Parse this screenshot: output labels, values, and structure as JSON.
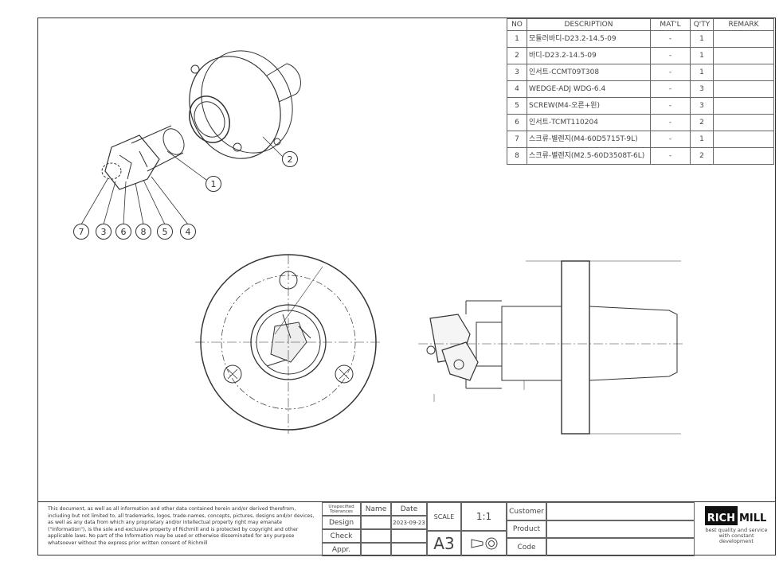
{
  "bom": {
    "headers": [
      "NO",
      "DESCRIPTION",
      "MAT'L",
      "Q'TY",
      "REMARK"
    ],
    "rows": [
      {
        "no": "1",
        "desc": "모듈러바디-D23.2-14.5-09",
        "mat": "-",
        "qty": "1",
        "remark": ""
      },
      {
        "no": "2",
        "desc": "바디-D23.2-14.5-09",
        "mat": "-",
        "qty": "1",
        "remark": ""
      },
      {
        "no": "3",
        "desc": "인서트-CCMT09T308",
        "mat": "-",
        "qty": "1",
        "remark": ""
      },
      {
        "no": "4",
        "desc": "WEDGE-ADJ WDG-6.4",
        "mat": "-",
        "qty": "3",
        "remark": ""
      },
      {
        "no": "5",
        "desc": "SCREW(M4-오른+왼)",
        "mat": "-",
        "qty": "3",
        "remark": ""
      },
      {
        "no": "6",
        "desc": "인서트-TCMT110204",
        "mat": "-",
        "qty": "2",
        "remark": ""
      },
      {
        "no": "7",
        "desc": "스크류-별렌지(M4-60D5715T-9L)",
        "mat": "-",
        "qty": "1",
        "remark": ""
      },
      {
        "no": "8",
        "desc": "스크류-별렌지(M2.5-60D3508T-6L)",
        "mat": "-",
        "qty": "2",
        "remark": ""
      }
    ]
  },
  "balloons": [
    "7",
    "3",
    "6",
    "8",
    "5",
    "4",
    "1",
    "2"
  ],
  "title_block": {
    "notice": "This document, as well as all information and other data contained herein and/or derived therefrom, including but not limited to, all trademarks, logos, trade-names, concepts, pictures, designs and/or devices, as well as any data from which any proprietary and/or intellectual property right may emanate (\"Information\"), is the sole and exclusive property of Richmill and is protected by copyright and other applicable laws. No part of the Information may be used or otherwise disseminated for any purpose whatsoever without the express prior written consent of Richmill",
    "tolerances": "Unspecified Tolerances",
    "name_label": "Name",
    "date_label": "Date",
    "design_label": "Design",
    "design_date": "2023-09-23",
    "check_label": "Check",
    "appr_label": "Appr.",
    "scale_label": "SCALE",
    "scale_value": "1:1",
    "sheet_size": "A3",
    "customer_label": "Customer",
    "product_label": "Product",
    "code_label": "Code",
    "logo_text_left": "RICH",
    "logo_text_right": "MILL",
    "tagline": "best quality and service with constant development"
  }
}
